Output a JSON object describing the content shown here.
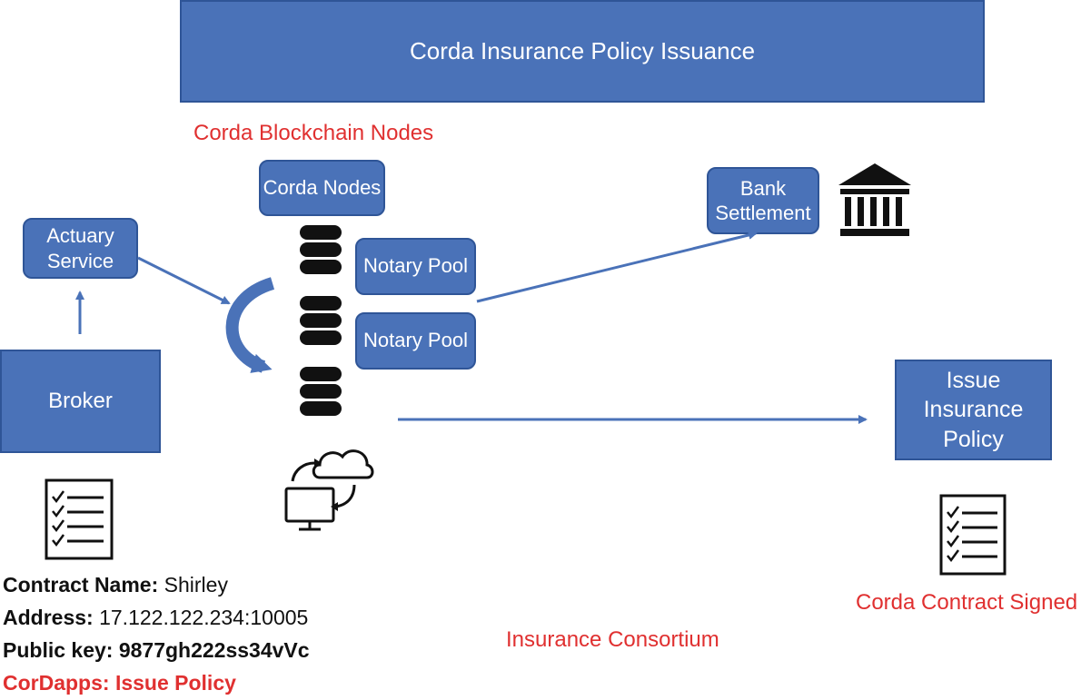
{
  "title": "Corda Insurance Policy Issuance",
  "section_label": "Corda Blockchain Nodes",
  "nodes": {
    "corda_nodes": "Corda Nodes",
    "actuary_service": [
      "Actuary",
      "Service"
    ],
    "broker": "Broker",
    "notary_pool_1": "Notary Pool",
    "notary_pool_2": "Notary Pool",
    "bank_settlement": [
      "Bank",
      "Settlement"
    ],
    "issue_policy": [
      "Issue",
      "Insurance",
      "Policy"
    ]
  },
  "contract_info": {
    "name_label": "Contract Name:",
    "name_value": " Shirley",
    "address_label": "Address:",
    "address_value": " 17.122.122.234:10005",
    "pubkey_label": "Public key:",
    "pubkey_value": " 9877gh222ss34vVc",
    "cordapps": "CorDapps: Issue Policy"
  },
  "signed_label": "Corda Contract Signed",
  "consortium_label": "Insurance Consortium",
  "colors": {
    "box_fill": "#4a72b8",
    "box_border": "#2f5597",
    "accent_red": "#e03030",
    "arrow": "#4a72b8"
  },
  "icons": [
    "database-icon",
    "bank-icon",
    "checklist-icon",
    "cloud-sync-icon"
  ]
}
